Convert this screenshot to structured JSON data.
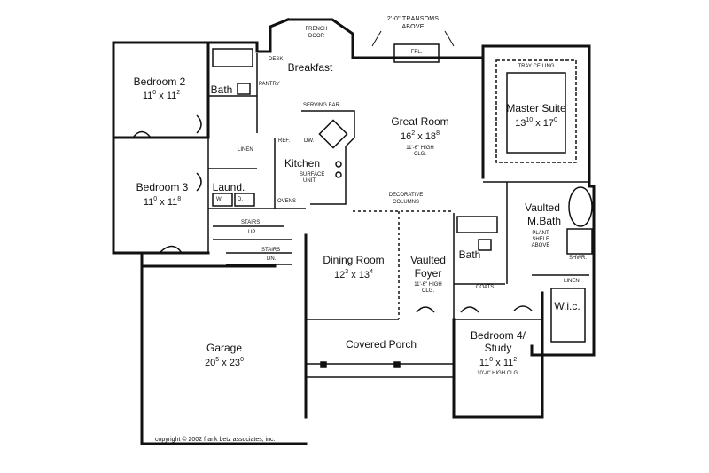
{
  "plan": {
    "copyright": "copyright © 2002 frank betz associates, inc.",
    "rooms": {
      "bedroom2": {
        "name": "Bedroom 2",
        "w": "11",
        "ws": "0",
        "h": "11",
        "hs": "2"
      },
      "bedroom3": {
        "name": "Bedroom 3",
        "w": "11",
        "ws": "0",
        "h": "11",
        "hs": "8"
      },
      "breakfast": {
        "name": "Breakfast"
      },
      "bath_top": {
        "name": "Bath"
      },
      "kitchen": {
        "name": "Kitchen"
      },
      "laund": {
        "name": "Laund."
      },
      "great_room": {
        "name": "Great Room",
        "w": "16",
        "ws": "2",
        "h": "18",
        "hs": "8",
        "note1": "11'-6\" HIGH",
        "note2": "CLG."
      },
      "master": {
        "name": "Master Suite",
        "w": "13",
        "ws": "10",
        "h": "17",
        "hs": "0"
      },
      "master_bath": {
        "name1": "Vaulted",
        "name2": "M.Bath"
      },
      "dining": {
        "name": "Dining Room",
        "w": "12",
        "ws": "3",
        "h": "13",
        "hs": "4"
      },
      "foyer": {
        "name1": "Vaulted",
        "name2": "Foyer",
        "note1": "11'-6\" HIGH",
        "note2": "CLG."
      },
      "bath_mid": {
        "name": "Bath"
      },
      "wic": {
        "name": "W.i.c."
      },
      "garage": {
        "name": "Garage",
        "w": "20",
        "ws": "5",
        "h": "23",
        "hs": "0"
      },
      "porch": {
        "name": "Covered Porch"
      },
      "bedroom4": {
        "name1": "Bedroom 4/",
        "name2": "Study",
        "w": "11",
        "ws": "0",
        "h": "11",
        "hs": "2",
        "note": "10'-0\" HIGH CLG."
      }
    },
    "notes": {
      "french_door1": "FRENCH",
      "french_door2": "DOOR",
      "transoms1": "2'-0\" TRANSOMS",
      "transoms2": "ABOVE",
      "fpl": "FPL.",
      "tray_ceiling": "TRAY CEILING",
      "desk": "DESK",
      "pantry": "PANTRY",
      "serving_bar": "SERVING BAR",
      "dw": "DW.",
      "ref": "REF.",
      "linen_left": "LINEN",
      "surface_unit1": "SURFACE",
      "surface_unit2": "UNIT",
      "ovens": "OVENS",
      "decorative1": "DECORATIVE",
      "decorative2": "COLUMNS",
      "w": "W.",
      "d": "D.",
      "stairs_up": "STAIRS",
      "up": "UP",
      "stairs_dn": "STAIRS",
      "dn": "DN.",
      "plant1": "PLANT",
      "plant2": "SHELF",
      "plant3": "ABOVE",
      "shwr": "SHWR.",
      "linen_right": "LINEN",
      "coats": "COATS"
    }
  }
}
